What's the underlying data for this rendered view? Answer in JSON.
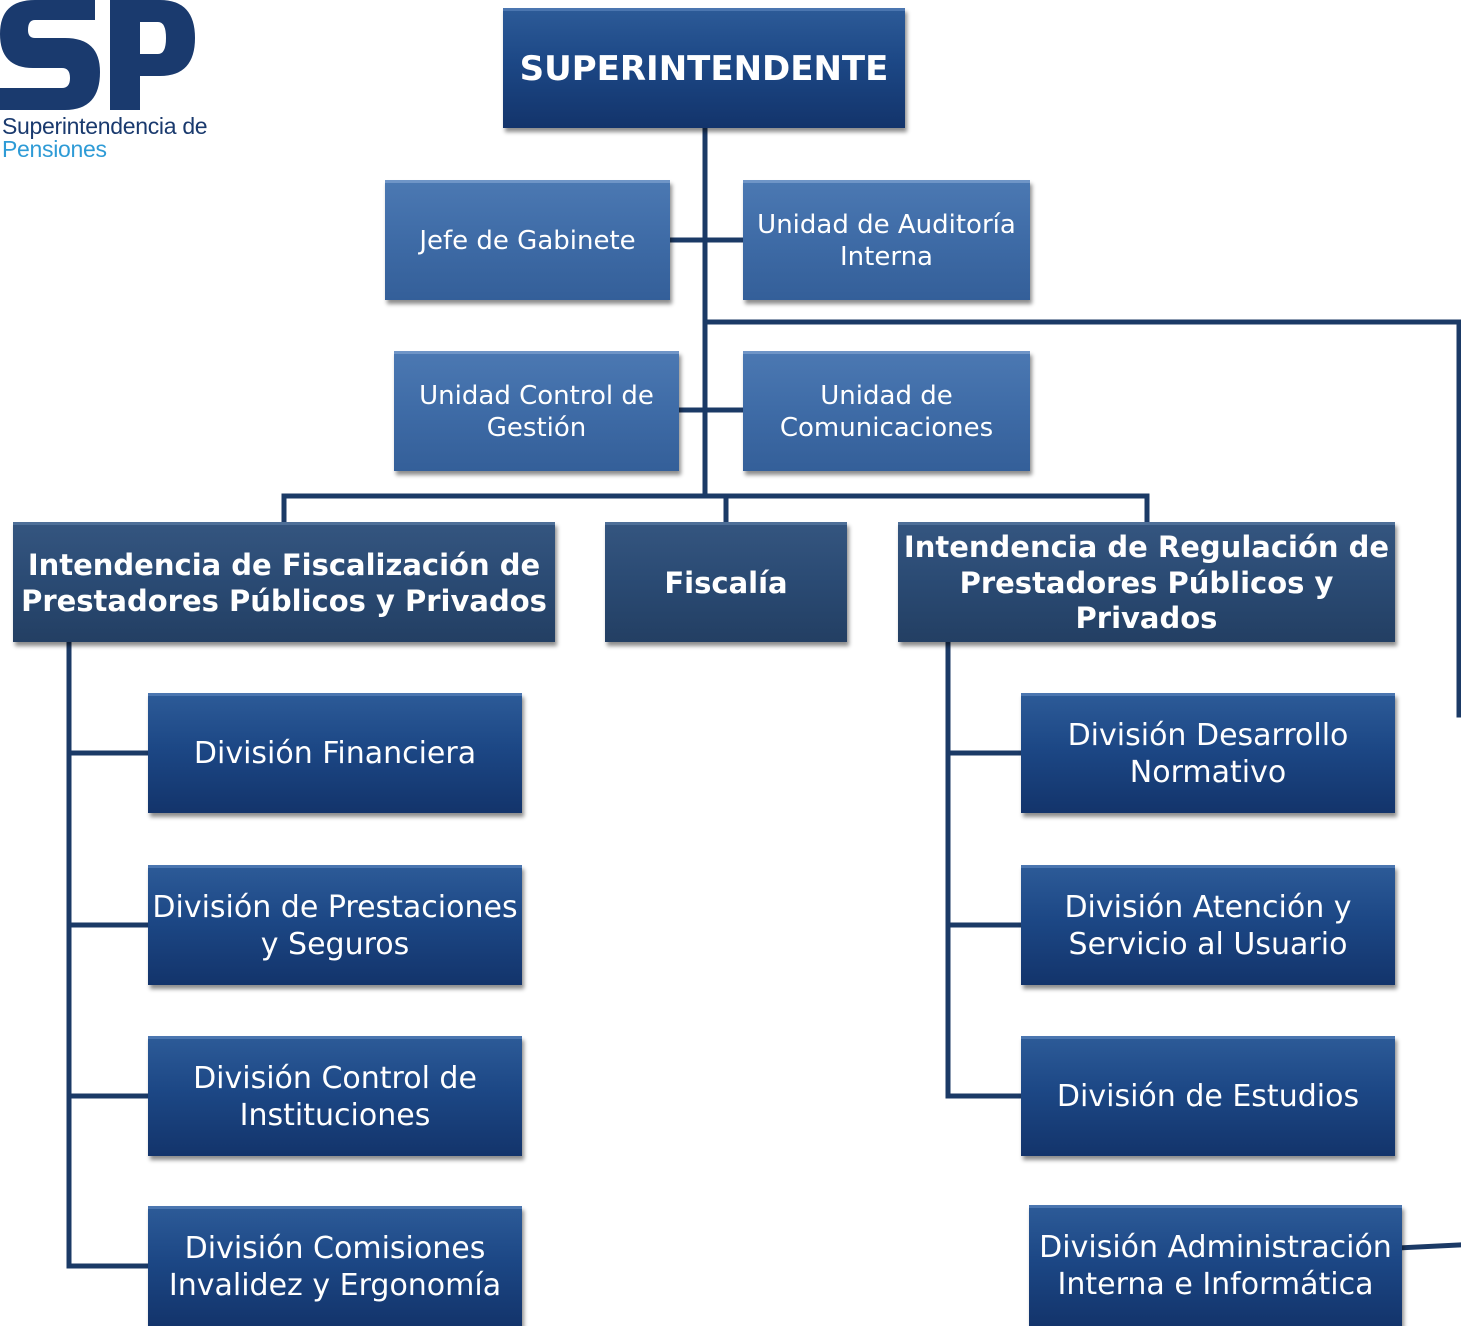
{
  "logo": {
    "mark": "SP",
    "line1": "Superintendencia de",
    "line2": "Pensiones",
    "colors": {
      "mark": "#1a3a6e",
      "accent": "#2e9bd6"
    }
  },
  "org": {
    "top": "SUPERINTENDENTE",
    "staff": {
      "chief_of_staff": "Jefe de Gabinete",
      "internal_audit": "Unidad de Auditoría\nInterna",
      "management_control": "Unidad Control de\nGestión",
      "communications": "Unidad de\nComunicaciones"
    },
    "fiscalizacion": {
      "title": "Intendencia de Fiscalización de\nPrestadores Públicos y Privados",
      "divisions": [
        "División Financiera",
        "División de Prestaciones\ny Seguros",
        "División Control  de\nInstituciones",
        "División Comisiones\nInvalidez y Ergonomía"
      ]
    },
    "fiscalia": "Fiscalía",
    "regulacion": {
      "title": "Intendencia de Regulación de\nPrestadores Públicos y Privados",
      "divisions": [
        "División Desarrollo\nNormativo",
        "División Atención y\nServicio al Usuario",
        "División de Estudios"
      ]
    },
    "administracion": "División Administración\nInterna e Informática"
  },
  "colors": {
    "connector": "#1b3a66",
    "box_dark": "#1c4785",
    "box_mid": "#3e6ba6",
    "box_navy": "#2a4a73"
  }
}
